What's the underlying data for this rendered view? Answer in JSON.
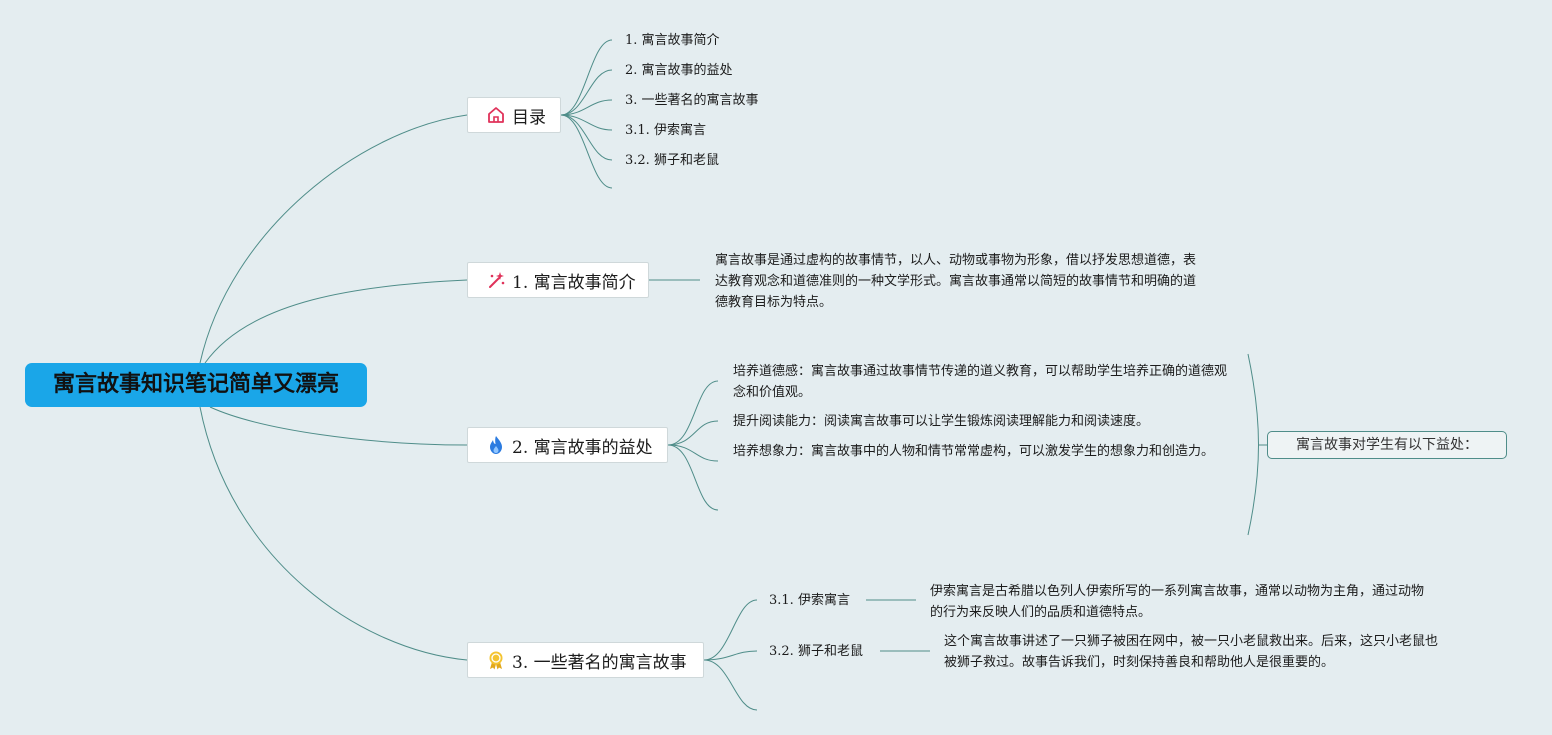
{
  "root": {
    "title": "寓言故事知识笔记简单又漂亮"
  },
  "topics": {
    "toc": {
      "label": "目录",
      "icon": "house-icon"
    },
    "intro": {
      "label": "1. 寓言故事简介",
      "icon": "magic-wand-icon"
    },
    "benefits": {
      "label": "2. 寓言故事的益处",
      "icon": "flame-icon"
    },
    "famous": {
      "label": "3. 一些著名的寓言故事",
      "icon": "award-medal-icon"
    }
  },
  "toc_items": [
    "1. 寓言故事简介",
    "2. 寓言故事的益处",
    "3. 一些著名的寓言故事",
    "3.1. 伊索寓言",
    "3.2. 狮子和老鼠"
  ],
  "intro": {
    "text": "寓言故事是通过虚构的故事情节，以人、动物或事物为形象，借以抒发思想道德，表达教育观念和道德准则的一种文学形式。寓言故事通常以简短的故事情节和明确的道德教育目标为特点。"
  },
  "benefits": {
    "items": [
      "培养道德感：寓言故事通过故事情节传递的道义教育，可以帮助学生培养正确的道德观念和价值观。",
      "提升阅读能力：阅读寓言故事可以让学生锻炼阅读理解能力和阅读速度。",
      "培养想象力：寓言故事中的人物和情节常常虚构，可以激发学生的想象力和创造力。"
    ],
    "summary": "寓言故事对学生有以下益处："
  },
  "famous": {
    "stories": [
      {
        "title": "3.1. 伊索寓言",
        "text": "伊索寓言是古希腊以色列人伊索所写的一系列寓言故事，通常以动物为主角，通过动物的行为来反映人们的品质和道德特点。"
      },
      {
        "title": "3.2. 狮子和老鼠",
        "text": "这个寓言故事讲述了一只狮子被困在网中，被一只小老鼠救出来。后来，这只小老鼠也被狮子救过。故事告诉我们，时刻保持善良和帮助他人是很重要的。"
      }
    ]
  },
  "colors": {
    "background": "#e4edf0",
    "root": "#1aa6e8",
    "connector": "#4f8d89"
  }
}
